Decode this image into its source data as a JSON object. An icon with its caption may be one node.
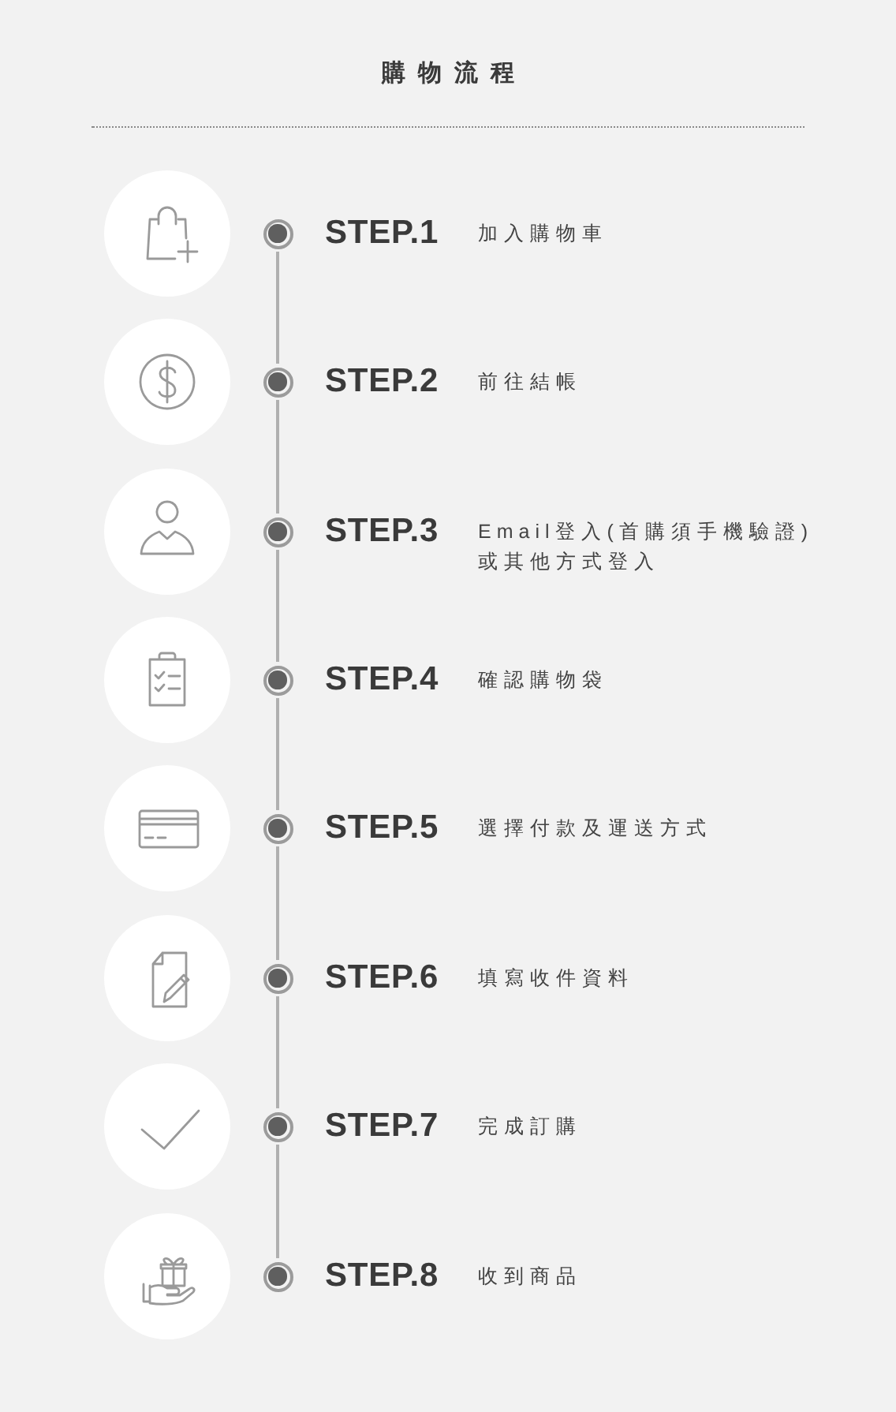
{
  "diagram": {
    "title": "購物流程",
    "nodes": [
      {
        "text": [],
        "shape": "circle",
        "beside": [
          "STEP.1",
          "加入購物車"
        ]
      },
      {
        "text": [],
        "shape": "circle",
        "beside": [
          "STEP.2",
          "前往結帳"
        ]
      },
      {
        "text": [],
        "shape": "circle",
        "beside": [
          "STEP.3",
          "Email登入(首購須手機驗證)或其他方式登入"
        ]
      },
      {
        "text": [],
        "shape": "circle",
        "beside": [
          "STEP.4",
          "確認購物袋"
        ]
      },
      {
        "text": [],
        "shape": "circle",
        "beside": [
          "STEP.5",
          "選擇付款及運送方式"
        ]
      },
      {
        "text": [],
        "shape": "circle",
        "beside": [
          "STEP.6",
          "填寫收件資料"
        ]
      },
      {
        "text": [],
        "shape": "circle",
        "beside": [
          "STEP.7",
          "完成訂購"
        ]
      },
      {
        "text": [],
        "shape": "circle",
        "beside": [
          "STEP.8",
          "收到商品"
        ]
      }
    ],
    "edges": [
      {
        "from": 0,
        "to": 1,
        "arrow": "none"
      },
      {
        "from": 1,
        "to": 2,
        "arrow": "none"
      },
      {
        "from": 2,
        "to": 3,
        "arrow": "none"
      },
      {
        "from": 3,
        "to": 4,
        "arrow": "none"
      },
      {
        "from": 4,
        "to": 5,
        "arrow": "none"
      },
      {
        "from": 5,
        "to": 6,
        "arrow": "none"
      },
      {
        "from": 6,
        "to": 7,
        "arrow": "none"
      }
    ]
  }
}
